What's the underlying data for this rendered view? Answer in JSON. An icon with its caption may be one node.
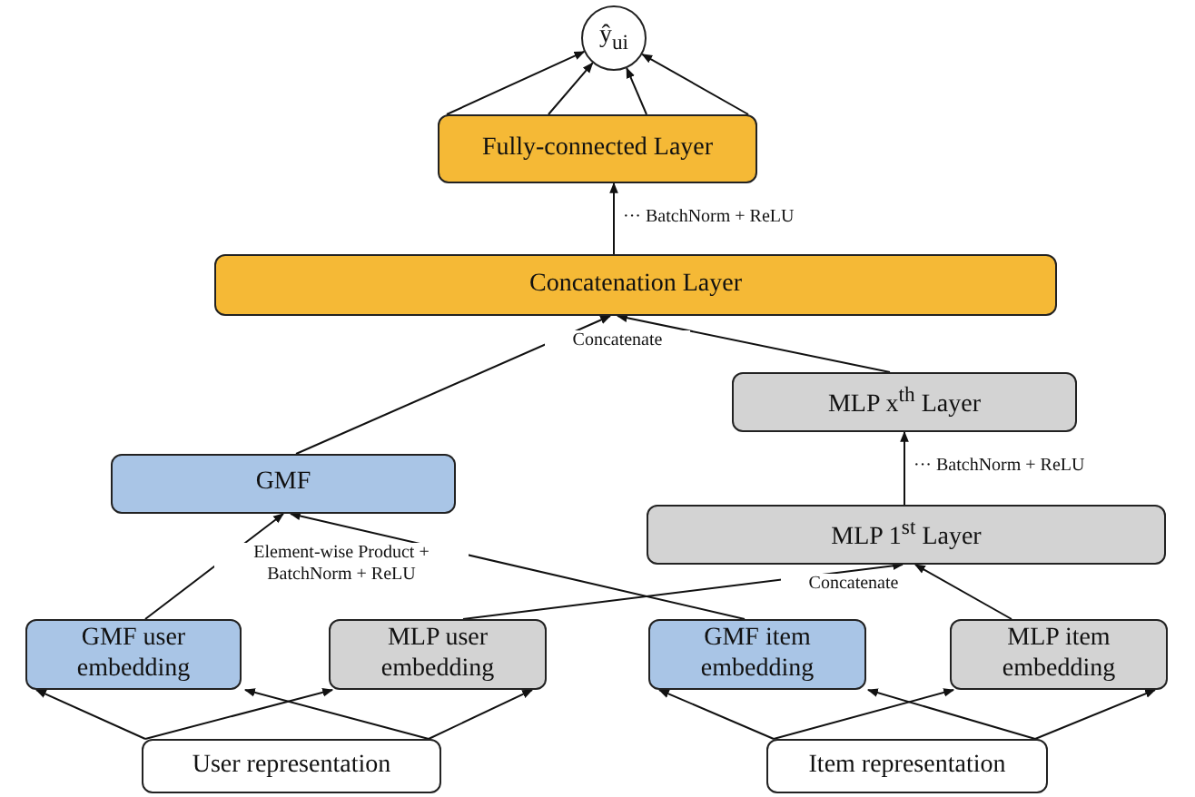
{
  "diagram": {
    "nodes": [
      {
        "text": [
          "ŷ$_{ui}$"
        ]
      },
      {
        "text": [
          "Fully-connected Layer"
        ]
      },
      {
        "text": [
          "Concatenation Layer"
        ]
      },
      {
        "text": [
          "MLP x$^{th}$ Layer"
        ]
      },
      {
        "text": [
          "GMF"
        ]
      },
      {
        "text": [
          "MLP 1$^{st}$ Layer"
        ]
      },
      {
        "text": [
          "GMF user embedding"
        ]
      },
      {
        "text": [
          "MLP user embedding"
        ]
      },
      {
        "text": [
          "GMF item embedding"
        ]
      },
      {
        "text": [
          "MLP item embedding"
        ]
      },
      {
        "text": [
          "User representation"
        ]
      },
      {
        "text": [
          "Item representation"
        ]
      }
    ],
    "edges": [
      {
        "from": 1,
        "to": 0,
        "arrow": "to"
      },
      {
        "from": 1,
        "to": 0,
        "arrow": "to"
      },
      {
        "from": 1,
        "to": 0,
        "arrow": "to"
      },
      {
        "from": 1,
        "to": 0,
        "arrow": "to"
      },
      {
        "from": 2,
        "to": 1,
        "arrow": "to",
        "label": "··· BatchNorm + ReLU"
      },
      {
        "from": 4,
        "to": 2,
        "arrow": "to"
      },
      {
        "from": 3,
        "to": 2,
        "arrow": "to"
      },
      {
        "from": 5,
        "to": 3,
        "arrow": "to",
        "label": "··· BatchNorm + ReLU"
      },
      {
        "from": 6,
        "to": 4,
        "arrow": "to"
      },
      {
        "from": 8,
        "to": 4,
        "arrow": "to"
      },
      {
        "from": 7,
        "to": 5,
        "arrow": "to"
      },
      {
        "from": 9,
        "to": 5,
        "arrow": "to"
      },
      {
        "from": 10,
        "to": 6,
        "arrow": "to"
      },
      {
        "from": 10,
        "to": 6,
        "arrow": "to"
      },
      {
        "from": 10,
        "to": 7,
        "arrow": "to"
      },
      {
        "from": 10,
        "to": 7,
        "arrow": "to"
      },
      {
        "from": 11,
        "to": 8,
        "arrow": "to"
      },
      {
        "from": 11,
        "to": 8,
        "arrow": "to"
      },
      {
        "from": 11,
        "to": 9,
        "arrow": "to"
      },
      {
        "from": 11,
        "to": 9,
        "arrow": "to"
      }
    ],
    "labels": [
      "Concatenate",
      "Element-wise Product + BatchNorm + ReLU",
      "Concatenate"
    ]
  }
}
